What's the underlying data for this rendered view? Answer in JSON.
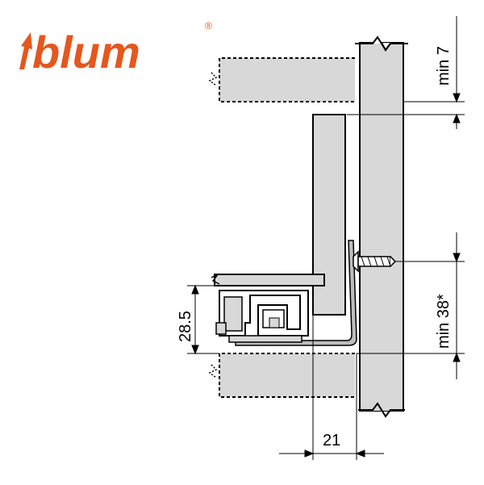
{
  "brand": {
    "logo_text": "blum",
    "registered_mark": "®",
    "color": "#e4571e"
  },
  "dimensions": {
    "min_top": "min 7",
    "min_side": "min 38*",
    "height": "28.5",
    "width": "21"
  },
  "colors": {
    "panel": "#d8d8d8",
    "line": "#000000",
    "dashed": "#000000"
  }
}
